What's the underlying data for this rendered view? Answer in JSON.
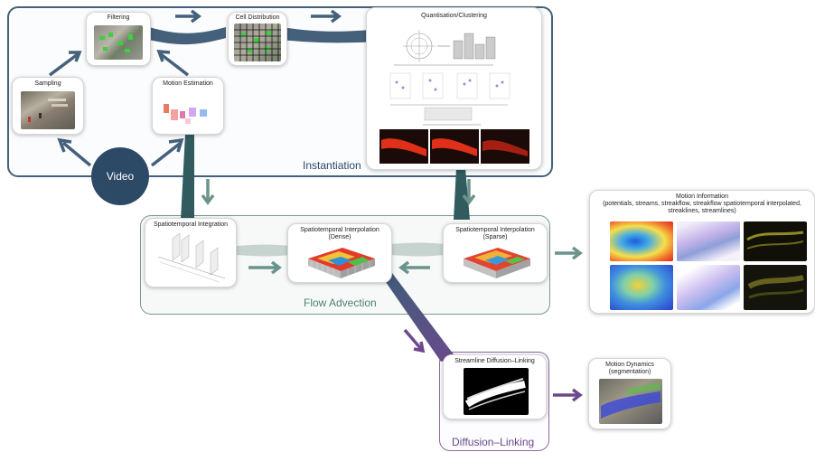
{
  "groups": {
    "instantiation": "Instantiation",
    "flow_advection": "Flow Advection",
    "diffusion_linking": "Diffusion–Linking"
  },
  "start": "Video",
  "nodes": {
    "filtering": "Filtering",
    "cell_distribution": "Cell Distribution",
    "quantisation": "Quantisation/Clustering",
    "sampling": "Sampling",
    "motion_estimation": "Motion Estimation",
    "spatiotemporal_integration": "Spatiotemporal Integration",
    "interp_dense_1": "Spatiotemporal Interpolation",
    "interp_dense_2": "(Dense)",
    "interp_sparse_1": "Spatiotemporal Interpolation",
    "interp_sparse_2": "(Sparse)",
    "streamline": "Streamline Diffusion–Linking",
    "motion_info_1": "Motion Information",
    "motion_info_2": "(potentials, streams, streakflow, streakflow spatiotemporal interpolated,",
    "motion_info_3": "streaklines, streamlines)",
    "motion_dynamics_1": "Motion Dynamics",
    "motion_dynamics_2": "(segmentation)"
  },
  "colors": {
    "instantiation": "#44607a",
    "flow": "#5f8a80",
    "diffusion": "#6b4a8c",
    "video": "#2c4966"
  }
}
